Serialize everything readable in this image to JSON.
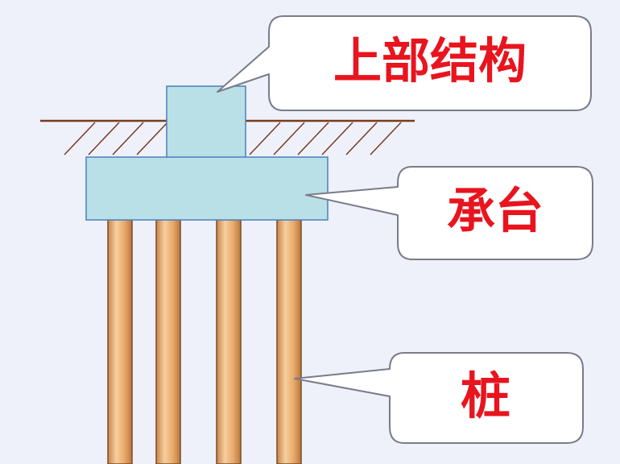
{
  "labels": {
    "superstructure": "上部结构",
    "pile_cap": "承台",
    "pile": "桩"
  },
  "colors": {
    "background": "#eef1f9",
    "concrete_fill": "#b8e0e6",
    "concrete_stroke": "#4a7fbf",
    "ground_line": "#7a3a1e",
    "pile_fill": "#e8a868",
    "pile_highlight": "#f6cfa0",
    "pile_stroke": "#7a4a26",
    "callout_fill": "#ffffff",
    "callout_stroke": "#7b7b8a",
    "label_text": "#e8141e"
  }
}
